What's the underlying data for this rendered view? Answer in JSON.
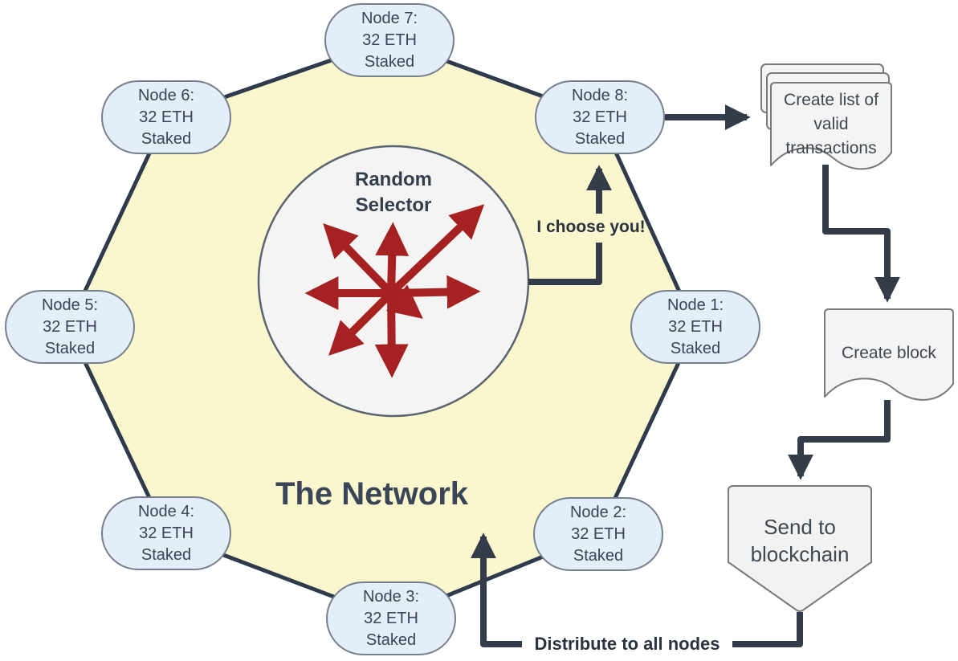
{
  "diagram": {
    "title": "The Network",
    "selector_label": "Random\nSelector",
    "nodes": [
      {
        "label": "Node 1:\n32 ETH\nStaked"
      },
      {
        "label": "Node 2:\n32 ETH\nStaked"
      },
      {
        "label": "Node 3:\n32 ETH\nStaked"
      },
      {
        "label": "Node 4:\n32 ETH\nStaked"
      },
      {
        "label": "Node 5:\n32 ETH\nStaked"
      },
      {
        "label": "Node 6:\n32 ETH\nStaked"
      },
      {
        "label": "Node 7:\n32 ETH\nStaked"
      },
      {
        "label": "Node 8:\n32 ETH\nStaked"
      }
    ],
    "edge_labels": {
      "choose": "I choose you!",
      "distribute": "Distribute to all nodes"
    },
    "flow_steps": {
      "create_list": "Create list of\nvalid\ntransactions",
      "create_block": "Create block",
      "send_to_blockchain": "Send to\nblockchain"
    },
    "colors": {
      "network_fill": "#FAF7CE",
      "network_border": "#2F3B4C",
      "node_fill": "#E4EDFA",
      "node_border": "#75808C",
      "connector": "#343B49",
      "selector_arrows": "#A62121",
      "selector_circle_fill": "#F4F4F4",
      "shape_fill": "#F4F4F4",
      "shape_border": "#7A7A7A",
      "text_dark": "#3A4452"
    }
  }
}
